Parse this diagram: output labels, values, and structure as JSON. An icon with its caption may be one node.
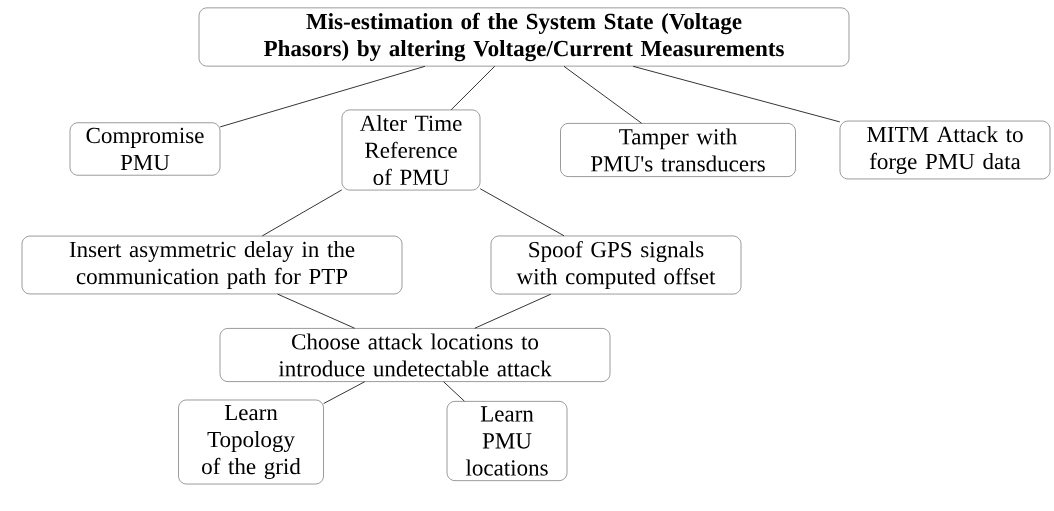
{
  "diagram": {
    "nodes": [
      {
        "text": [
          "Mis-estimation of the System State (Voltage Phasors) by altering Voltage/Current Measurements"
        ]
      },
      {
        "text": [
          "Compromise PMU"
        ]
      },
      {
        "text": [
          "Alter Time Reference of PMU"
        ]
      },
      {
        "text": [
          "Tamper with PMU's transducers"
        ]
      },
      {
        "text": [
          "MITM Attack to forge PMU data"
        ]
      },
      {
        "text": [
          "Insert asymmetric delay in the communication path for PTP"
        ]
      },
      {
        "text": [
          "Spoof GPS signals with computed offset"
        ]
      },
      {
        "text": [
          "Choose attack locations to introduce undetectable attack"
        ]
      },
      {
        "text": [
          "Learn Topology of the grid"
        ]
      },
      {
        "text": [
          "Learn PMU locations"
        ]
      }
    ],
    "edges": [
      {
        "from": 0,
        "to": 1,
        "arrow": "none"
      },
      {
        "from": 0,
        "to": 2,
        "arrow": "none"
      },
      {
        "from": 0,
        "to": 3,
        "arrow": "none"
      },
      {
        "from": 0,
        "to": 4,
        "arrow": "none"
      },
      {
        "from": 2,
        "to": 5,
        "arrow": "none"
      },
      {
        "from": 2,
        "to": 6,
        "arrow": "none"
      },
      {
        "from": 5,
        "to": 7,
        "arrow": "none"
      },
      {
        "from": 6,
        "to": 7,
        "arrow": "none"
      },
      {
        "from": 7,
        "to": 8,
        "arrow": "none"
      },
      {
        "from": 7,
        "to": 9,
        "arrow": "none"
      }
    ]
  }
}
